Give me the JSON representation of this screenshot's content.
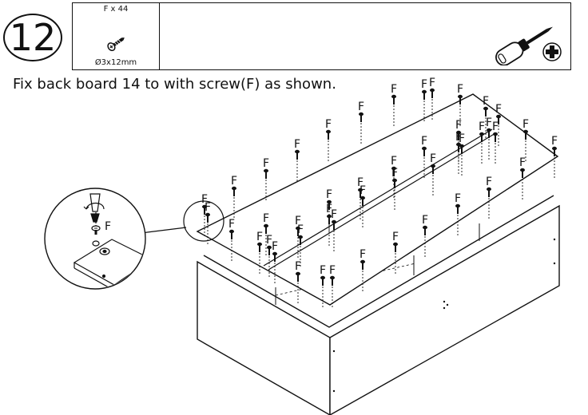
{
  "step": {
    "number": "12"
  },
  "parts": {
    "quantity": "F x 44",
    "size": "Ø3x12mm"
  },
  "instruction": "Fix back board 14 to with screw(F) as shown.",
  "screw_label": "F",
  "detail_label": "F",
  "tool": {
    "name": "phillips-screwdriver-icon"
  }
}
